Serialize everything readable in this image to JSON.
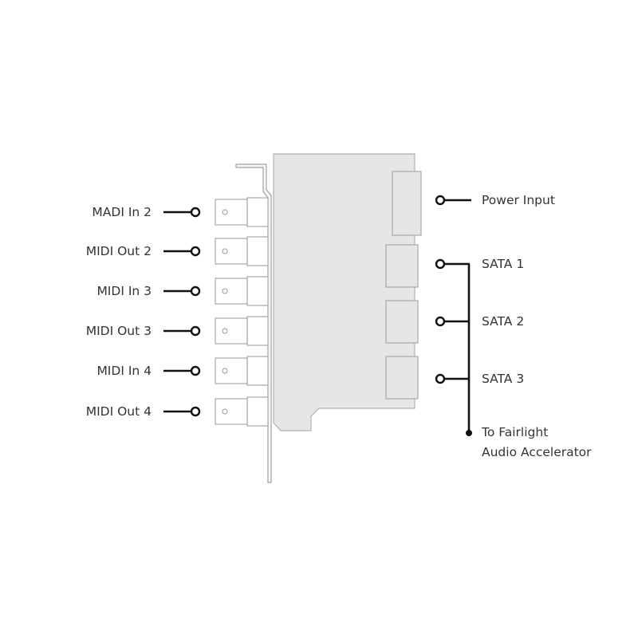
{
  "labels": {
    "left": [
      "MADI In 2",
      "MIDI Out 2",
      "MIDI In 3",
      "MIDI Out 3",
      "MIDI In 4",
      "MIDI Out 4"
    ],
    "right": {
      "power": "Power Input",
      "sata": [
        "SATA 1",
        "SATA 2",
        "SATA 3"
      ],
      "bus_line1": "To Fairlight",
      "bus_line2": "Audio Accelerator"
    }
  }
}
